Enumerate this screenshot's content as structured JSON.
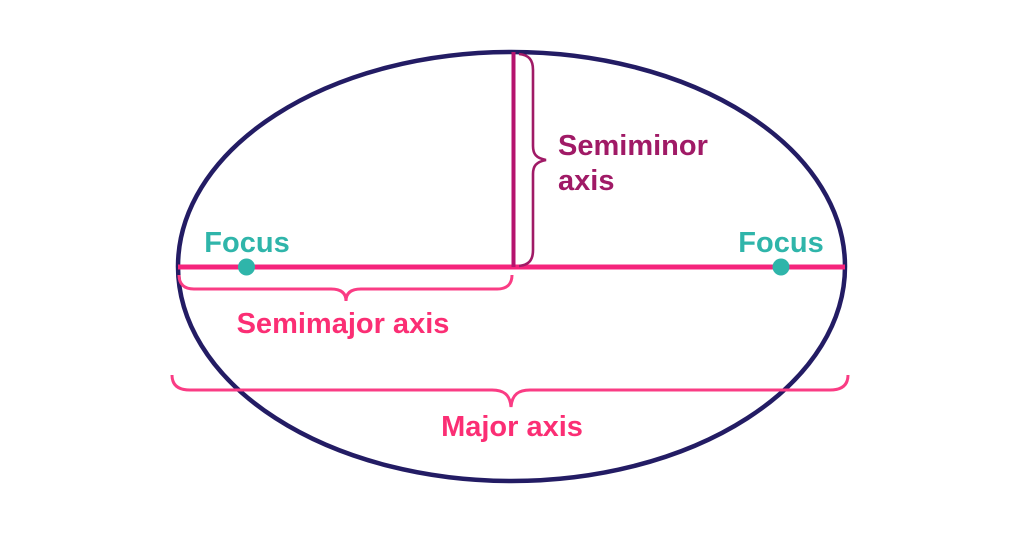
{
  "diagram": {
    "title_semantic": "Ellipse axes diagram",
    "labels": {
      "focus_left": "Focus",
      "focus_right": "Focus",
      "semiminor_line1": "Semiminor",
      "semiminor_line2": "axis",
      "semimajor": "Semimajor axis",
      "major": "Major axis"
    },
    "colors": {
      "background": "#ffffff",
      "ellipse_stroke": "#231C64",
      "major_axis_line": "#F5247C",
      "semiminor_axis_line": "#B5136E",
      "semiminor_label": "#A01A66",
      "semiminor_brace": "#A01A66",
      "focus_teal": "#2FB5AA",
      "pink_label": "#FB2E74",
      "pink_brace": "#FA3C84"
    }
  }
}
